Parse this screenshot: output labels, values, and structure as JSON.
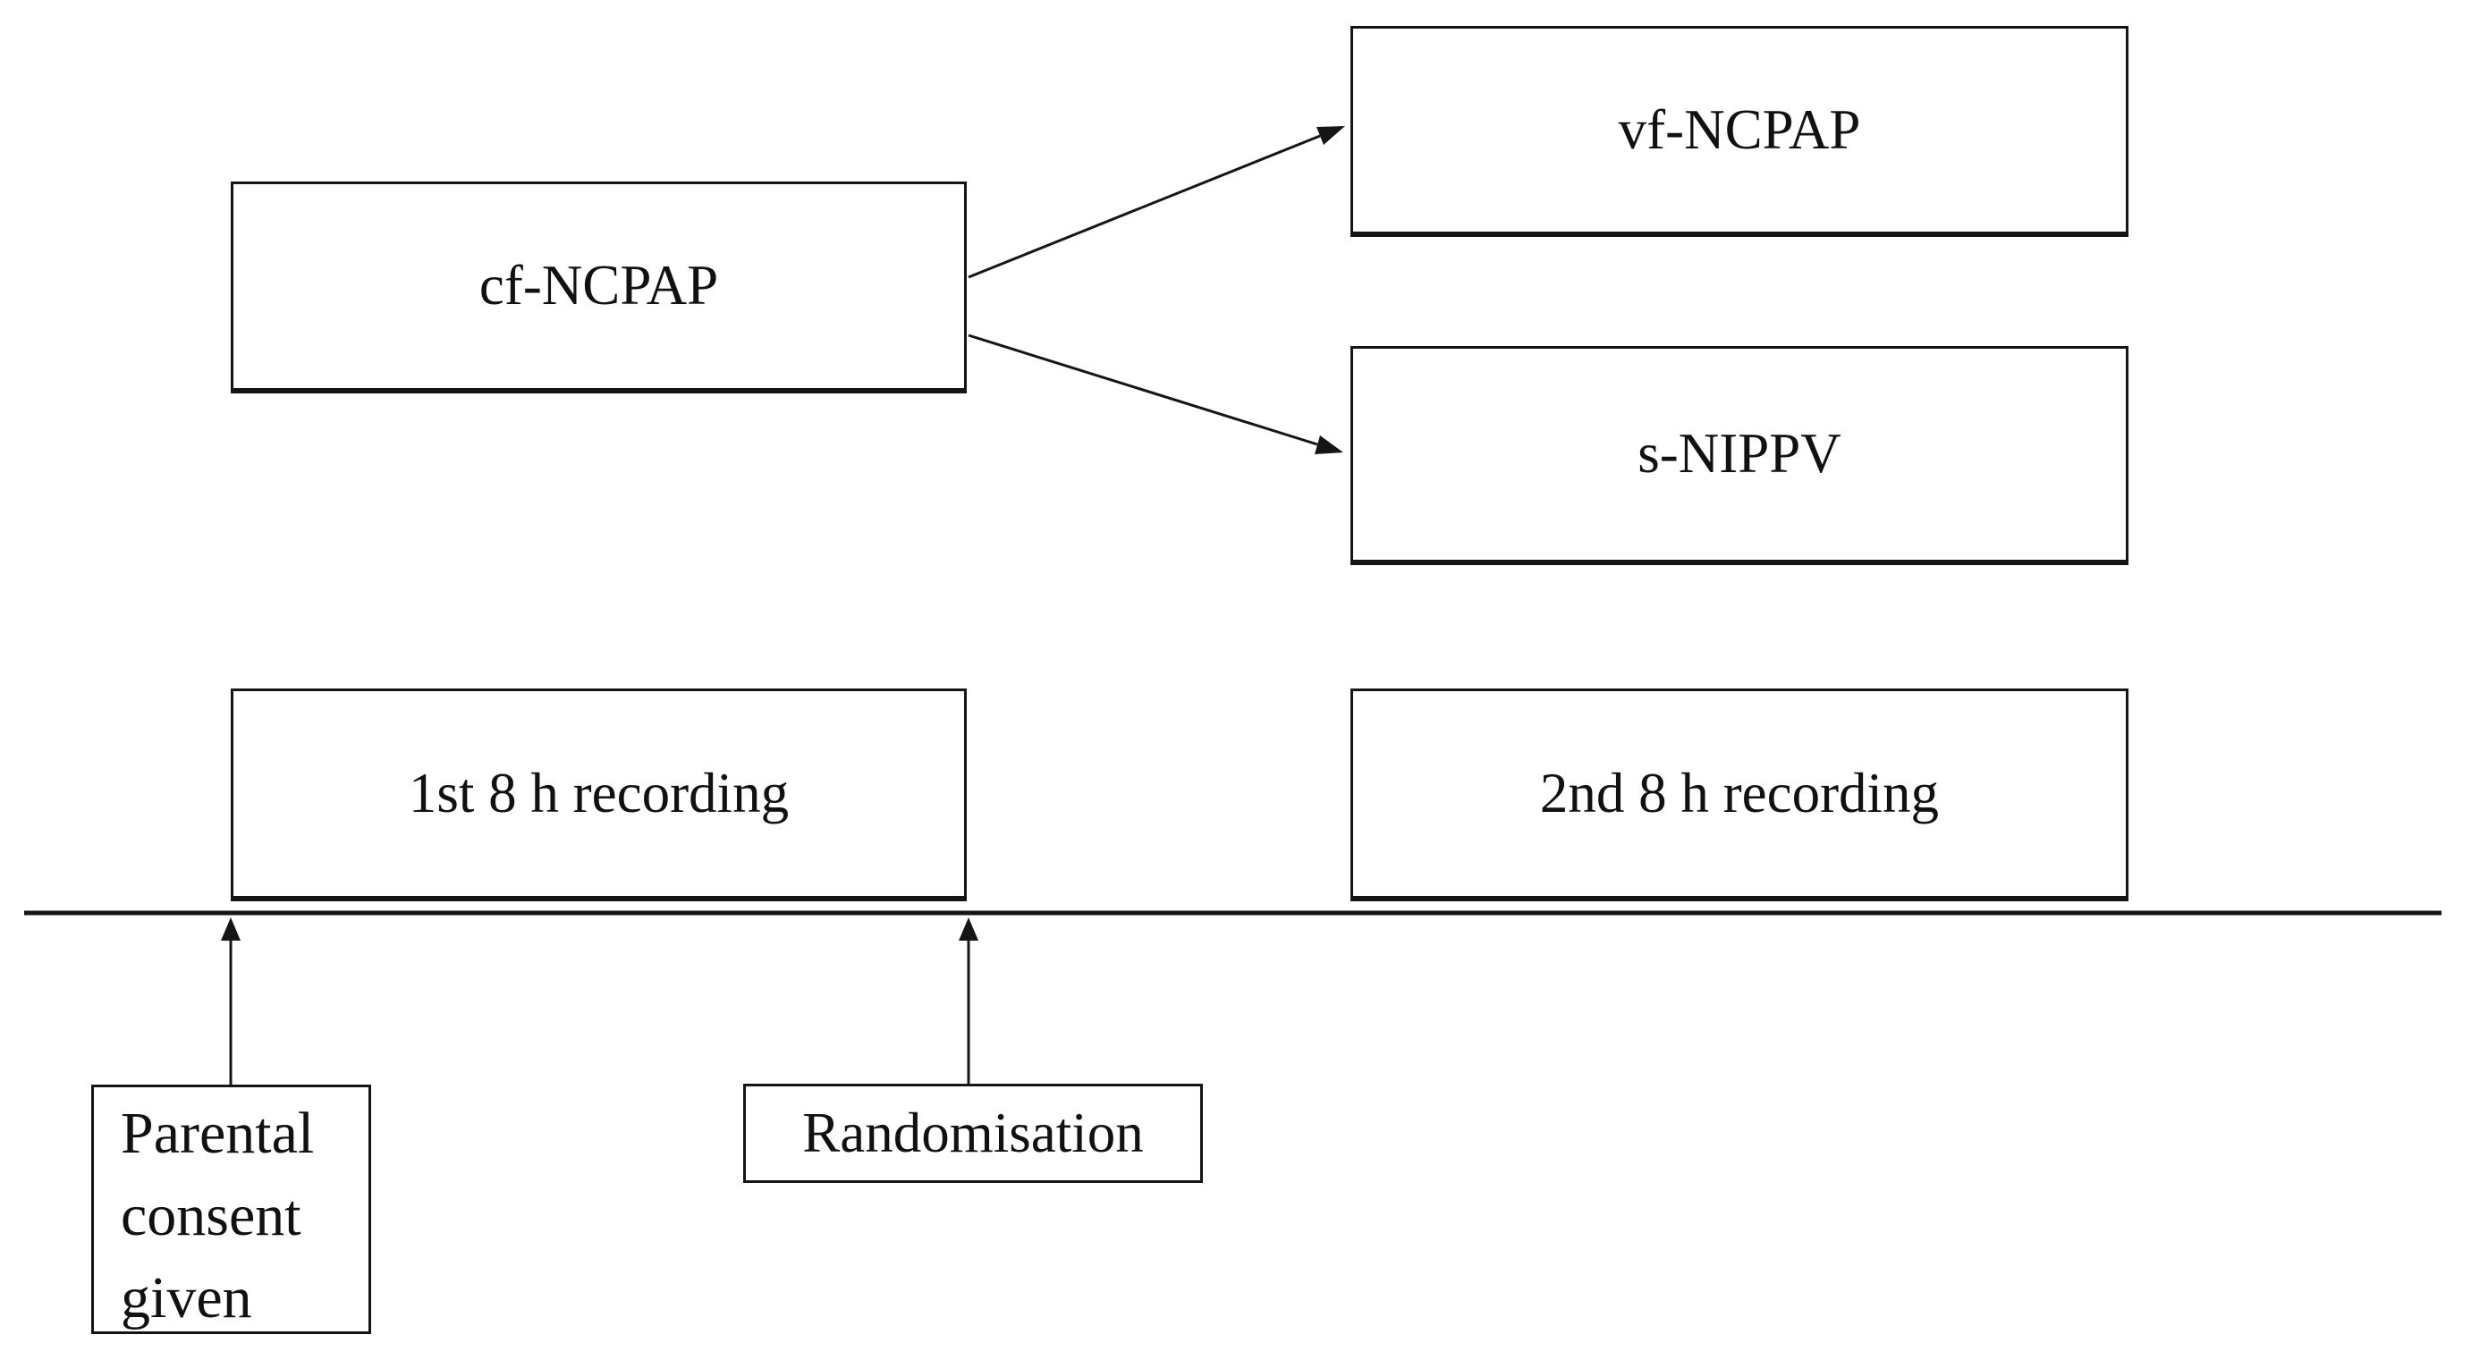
{
  "diagram": {
    "background_color": "#ffffff",
    "stroke_color": "#151515",
    "nodes": {
      "cf_ncpap": {
        "label": "cf-NCPAP"
      },
      "vf_ncpap": {
        "label": "vf-NCPAP"
      },
      "s_nippv": {
        "label": "s-NIPPV"
      },
      "first_recording": {
        "label": "1st 8 h recording"
      },
      "second_recording": {
        "label": "2nd 8 h recording"
      },
      "parental_consent": {
        "lines": [
          "Parental",
          "consent",
          "given"
        ]
      },
      "randomisation": {
        "label": "Randomisation"
      }
    },
    "edges": [
      {
        "from": "cf_ncpap",
        "to": "vf_ncpap",
        "style": "arrow-diagonal"
      },
      {
        "from": "cf_ncpap",
        "to": "s_nippv",
        "style": "arrow-diagonal"
      },
      {
        "from": "parental_consent",
        "to": "timeline",
        "style": "arrow-up"
      },
      {
        "from": "randomisation",
        "to": "timeline",
        "style": "arrow-up"
      }
    ],
    "timeline": {
      "description": "horizontal time axis under recording boxes"
    }
  }
}
